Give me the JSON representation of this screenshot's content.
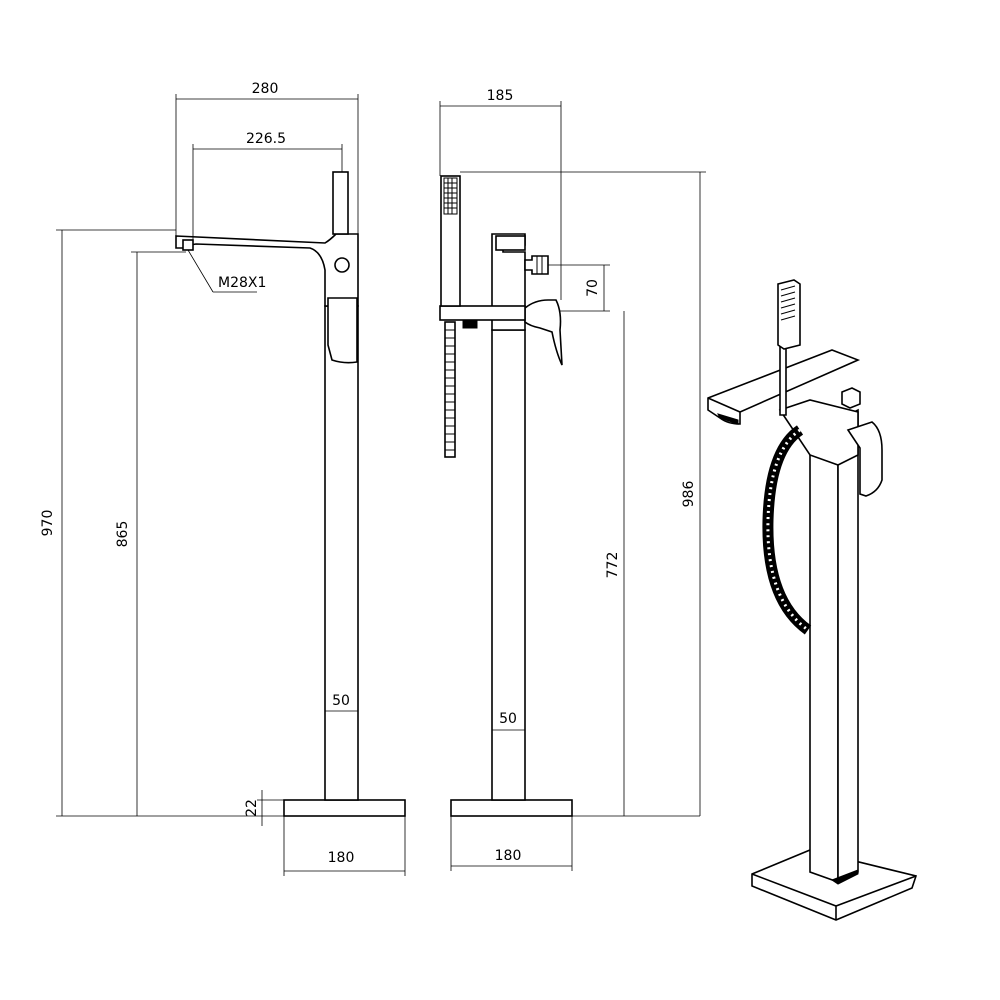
{
  "dimensions": {
    "overall_width": "280",
    "spout_reach": "226.5",
    "spout_thread": "M28X1",
    "total_height_front": "970",
    "spout_height": "865",
    "pipe_width_front": "50",
    "base_height": "22",
    "base_width_front": "180",
    "side_depth": "185",
    "handle_offset": "70",
    "handle_height": "772",
    "total_height_side": "986",
    "pipe_width_side": "50",
    "base_width_side": "180"
  }
}
